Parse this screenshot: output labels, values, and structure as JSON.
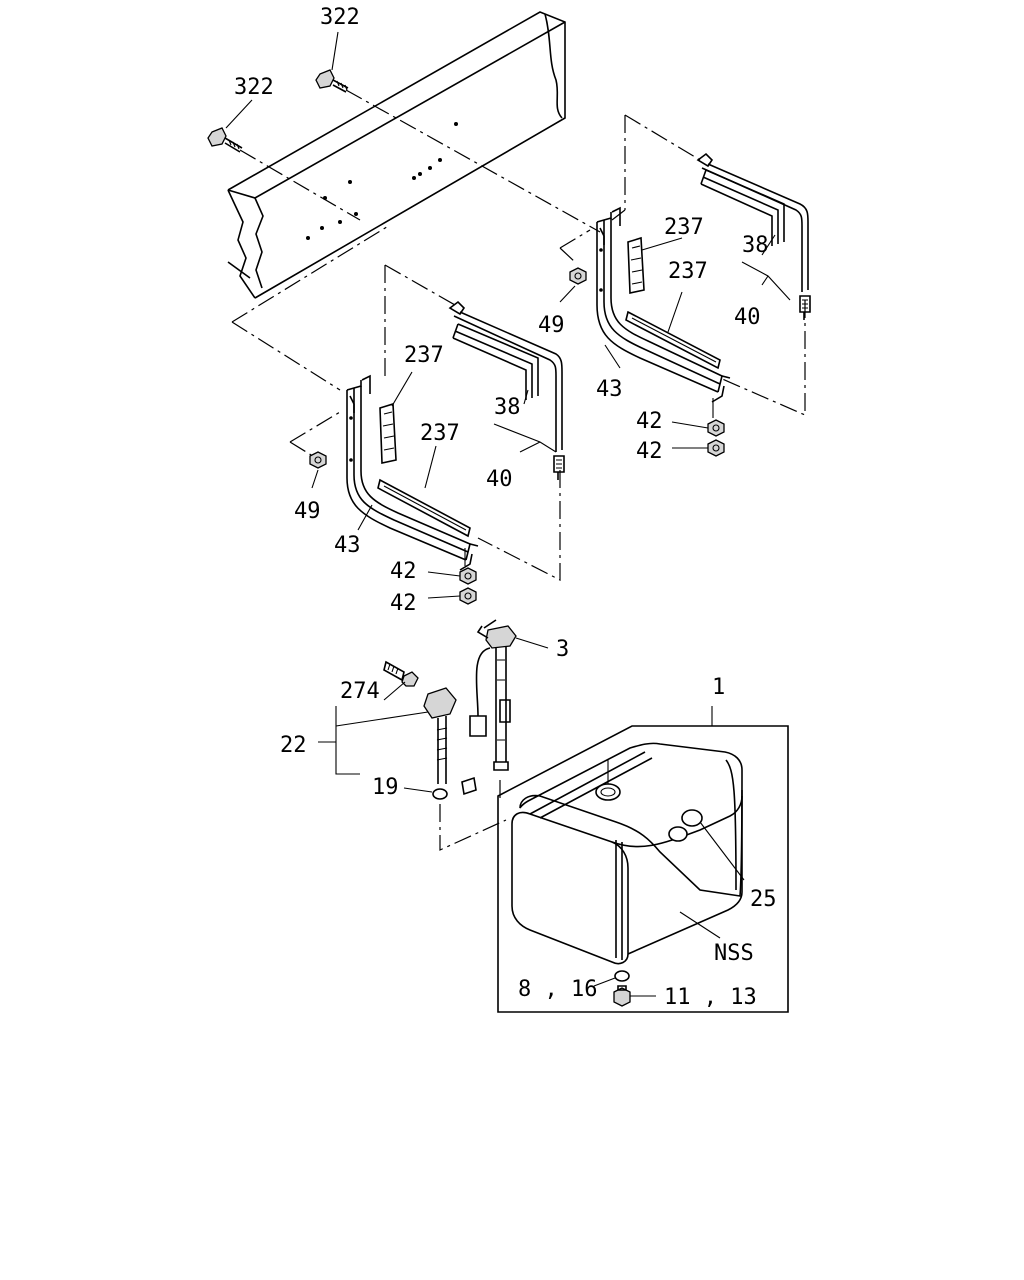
{
  "labels": {
    "bolt_upper": "322",
    "bolt_lower": "322",
    "nut_rear": "49",
    "nut_front": "49",
    "pad_rear_upper": "237",
    "pad_rear_lower": "237",
    "pad_front_upper": "237",
    "pad_front_lower": "237",
    "band_rear": "38",
    "band_front": "38",
    "band_assy_rear": "40",
    "band_assy_front": "40",
    "bracket_rear": "43",
    "bracket_front": "43",
    "nut42_rear_a": "42",
    "nut42_rear_b": "42",
    "nut42_front_a": "42",
    "nut42_front_b": "42",
    "gauge_unit": "3",
    "fuel_tank": "1",
    "screw_274": "274",
    "pipe_assy": "22",
    "gasket_19": "19",
    "cap_25": "25",
    "nss": "NSS",
    "drain_washer": "8 , 16",
    "drain_plug": "11 , 13"
  }
}
